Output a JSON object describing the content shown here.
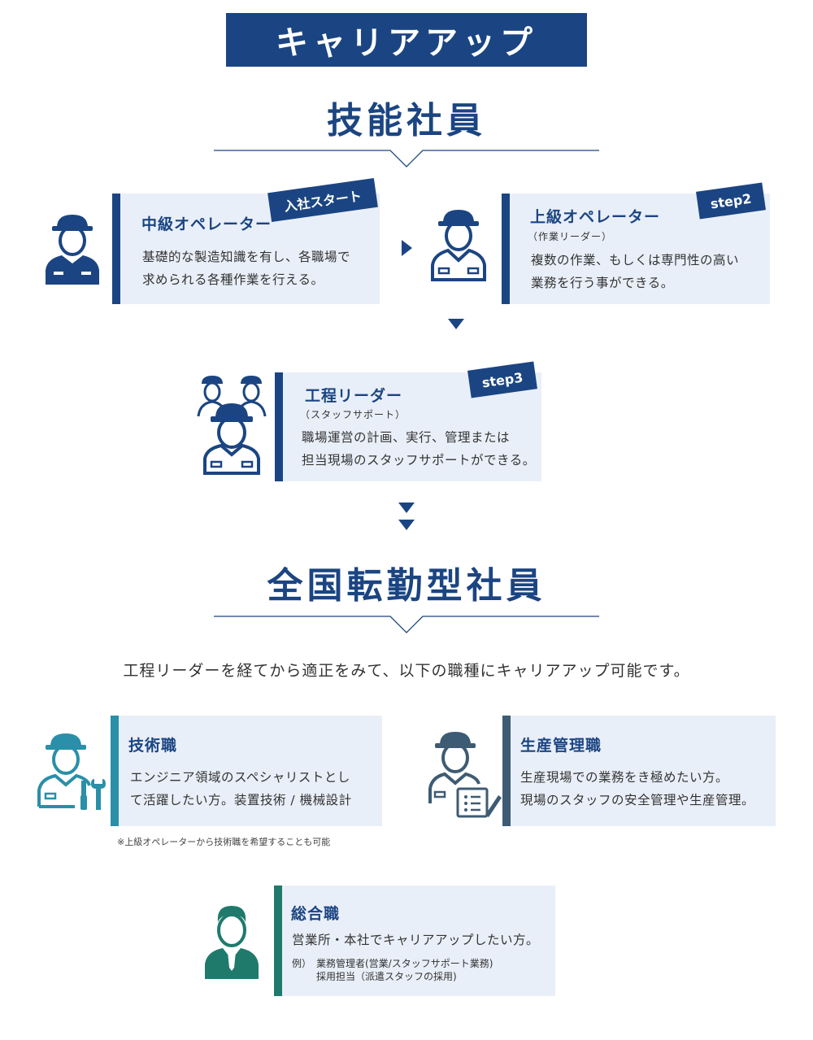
{
  "header": {
    "banner": "キャリアアップ"
  },
  "section1": {
    "title": "技能社員",
    "cards": [
      {
        "title": "中級オペレーター",
        "subtitle": "",
        "tag": "入社スタート",
        "body": [
          "基礎的な製造知識を有し、各職場で",
          "求められる各種作業を行える。"
        ]
      },
      {
        "title": "上級オペレーター",
        "subtitle": "（作業リーダー）",
        "tag": "step2",
        "body": [
          "複数の作業、もしくは専門性の高い",
          "業務を行う事ができる。"
        ]
      },
      {
        "title": "工程リーダー",
        "subtitle": "（スタッフサポート）",
        "tag": "step3",
        "body": [
          "職場運営の計画、実行、管理または",
          "担当現場のスタッフサポートができる。"
        ]
      }
    ]
  },
  "section2": {
    "title": "全国転勤型社員",
    "intro": "工程リーダーを経てから適正をみて、以下の職種にキャリアアップ可能です。",
    "cards": [
      {
        "title": "技術職",
        "body": [
          "エンジニア領域のスペシャリストとし",
          "て活躍したい方。装置技術 / 機械設計"
        ]
      },
      {
        "title": "生産管理職",
        "body": [
          "生産現場での業務をき極めたい方。",
          "現場のスタッフの安全管理や生産管理。"
        ]
      },
      {
        "title": "総合職",
        "body": [
          "営業所・本社でキャリアアップしたい方。"
        ],
        "example_label": "例）",
        "examples": [
          "業務管理者(営業/スタッフサポート業務)",
          "採用担当（派遣スタッフの採用)"
        ]
      }
    ],
    "note": "※上級オペレーターから技術職を希望することも可能"
  },
  "colors": {
    "navy": "#1b4582",
    "card_bg": "#e9eff8",
    "teal_tech": "#2a8fa8",
    "slate_mgmt": "#3e5b74",
    "green_general": "#1f7a6c"
  },
  "icons": [
    "worker-icon",
    "worker-group-icon",
    "worker-tools-icon",
    "worker-clipboard-icon",
    "business-person-icon",
    "arrow-right-icon",
    "arrow-down-icon"
  ]
}
